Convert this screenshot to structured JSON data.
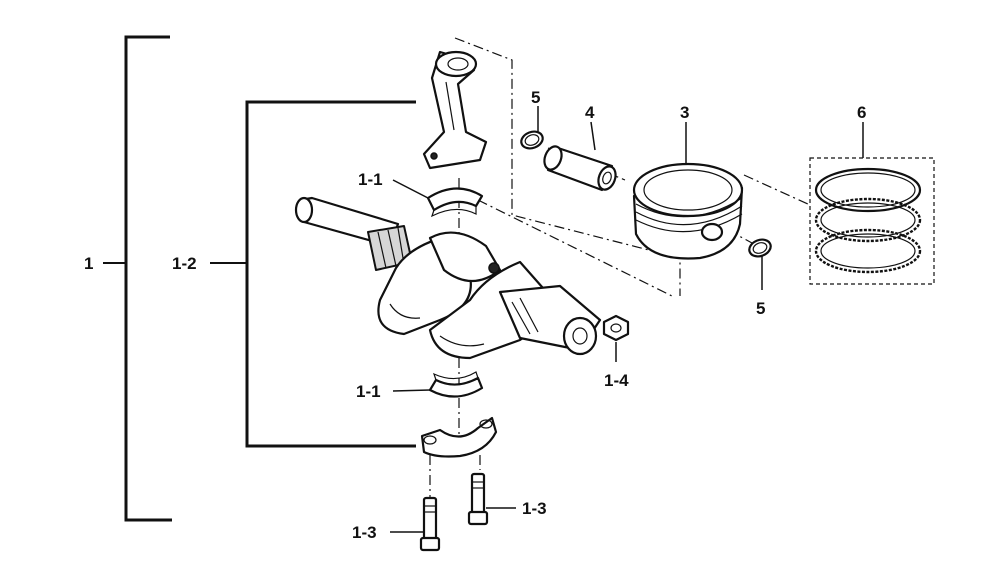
{
  "diagram": {
    "labels": {
      "assembly": "1",
      "crank_assembly": "1-2",
      "bearing_upper": "1-1",
      "bearing_lower": "1-1",
      "bolt_left": "1-3",
      "bolt_right": "1-3",
      "nut": "1-4",
      "piston": "3",
      "piston_pin": "4",
      "clip_top": "5",
      "clip_bottom": "5",
      "piston_rings": "6"
    }
  }
}
